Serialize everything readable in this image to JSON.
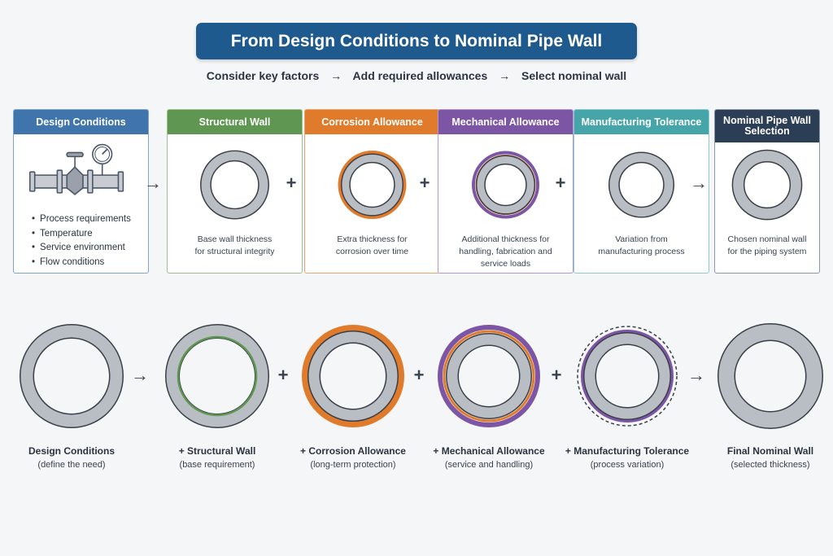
{
  "title": "From Design Conditions to Nominal Pipe Wall",
  "subtitle": {
    "step1": "Consider key factors",
    "step2": "Add required allowances",
    "step3": "Select nominal wall",
    "arrow": "→"
  },
  "cards": [
    {
      "header": "Design Conditions",
      "color": "#3f74ad",
      "border": "#7fa3c9",
      "bullets": [
        "Process requirements",
        "Temperature",
        "Service environment",
        "Flow conditions"
      ]
    },
    {
      "header": "Structural Wall",
      "color": "#5f9651",
      "border": "#9cc18f",
      "desc": [
        "Base wall thickness",
        "for structural integrity"
      ]
    },
    {
      "header": "Corrosion Allowance",
      "color": "#e07b2c",
      "border": "#eaa56c",
      "desc": [
        "Extra thickness for",
        "corrosion over time"
      ]
    },
    {
      "header": "Mechanical Allowance",
      "color": "#7d55a5",
      "border": "#b497d0",
      "desc": [
        "Additional thickness for",
        "handling, fabrication and",
        "service loads"
      ]
    },
    {
      "header": "Manufacturing Tolerance",
      "color": "#45a5a9",
      "border": "#8ccbcd",
      "desc": [
        "Variation from",
        "manufacturing process"
      ]
    },
    {
      "header": "Nominal Pipe Wall Selection",
      "color": "#2c3e55",
      "border": "#8a97a8",
      "desc": [
        "Chosen nominal wall",
        "for the piping system"
      ]
    }
  ],
  "operators_row1": [
    "→",
    "+",
    "+",
    "+",
    "→"
  ],
  "operators_row2": [
    "→",
    "+",
    "+",
    "+",
    "→"
  ],
  "bottom": [
    {
      "label": "Design Conditions",
      "sub": "(define the need)"
    },
    {
      "label": "+ Structural Wall",
      "sub": "(base requirement)"
    },
    {
      "label": "+ Corrosion Allowance",
      "sub": "(long-term protection)"
    },
    {
      "label": "+ Mechanical Allowance",
      "sub": "(service and handling)"
    },
    {
      "label": "+ Manufacturing Tolerance",
      "sub": "(process variation)"
    },
    {
      "label": "Final Nominal Wall",
      "sub": "(selected thickness)"
    }
  ],
  "colors": {
    "ring_fill": "#b9bec5",
    "ring_edge": "#3a3f47",
    "structural": "#5f9651",
    "corrosion": "#e07b2c",
    "mechanical": "#7d55a5",
    "tolerance": "#3a3f47"
  },
  "icons": [
    "pipe-valve-gauge-icon",
    "pipe-ring-icon"
  ]
}
